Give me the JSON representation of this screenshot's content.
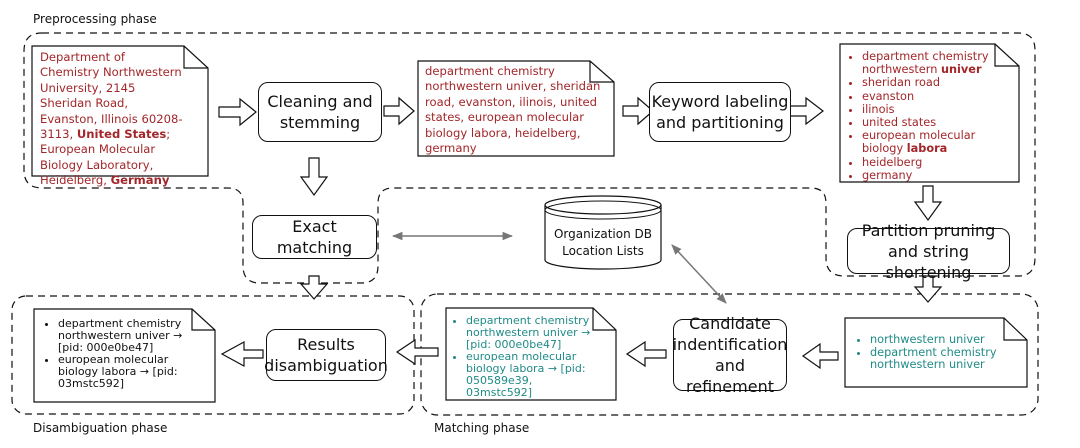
{
  "phases": {
    "preprocessing": "Preprocessing phase",
    "disambiguation": "Disambiguation phase",
    "matching": "Matching phase"
  },
  "processes": {
    "cleaning": "Cleaning and\nstemming",
    "keyword": "Keyword labeling\nand partitioning",
    "exact": "Exact matching",
    "pruning": "Partition pruning\nand string shortening",
    "candidate": "Candidate\nindentification\nand refinement",
    "results": "Results\ndisambiguation"
  },
  "database": {
    "line1": "Organization DB",
    "line2": "Location Lists"
  },
  "docs": {
    "input": {
      "plain": "Department of Chemistry Northwestern University, 2145 Sheridan Road, Evanston, Illinois 60208-3113, ",
      "bold1": "United States",
      "mid": "; European Molecular Biology Laboratory, Heidelberg, ",
      "bold2": "Germany"
    },
    "cleaned": "department chemistry northwestern univer, sheridan road, evanston, ilinois, united states, european molecular biology labora, heidelberg, germany",
    "keywords": {
      "item1_plain": "department chemistry northwestern",
      "item1_bold": "univer",
      "item2": "sheridan road",
      "item3": "evanston",
      "item4": "ilinois",
      "item5": "united states",
      "item6_plain": "european molecular biology",
      "item6_bold": "labora",
      "item7": "heidelberg",
      "item8": "germany"
    },
    "pruned": [
      "northwestern univer",
      "department chemistry northwestern univer"
    ],
    "candidates": [
      "department chemistry northwestern univer → [pid: 000e0be47]",
      "european molecular biology labora → [pid: 050589e39, 03mstc592]"
    ],
    "results": [
      "department chemistry northwestern univer → [pid: 000e0be47]",
      "european molecular biology labora → [pid: 03mstc592]"
    ]
  },
  "colors": {
    "input_text": "#a3262a",
    "matched_text": "#1f8b87",
    "line": "#111111",
    "db_arrow": "#777777"
  }
}
